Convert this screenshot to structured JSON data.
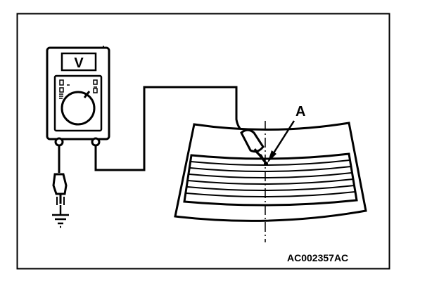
{
  "diagram": {
    "meter_symbol": "V",
    "callout_label": "A",
    "figure_code": "AC002357AC"
  },
  "colors": {
    "line": "#000000",
    "background": "#ffffff"
  },
  "icons": {
    "meter": "voltmeter-icon",
    "ground": "ground-symbol-icon",
    "probe": "test-probe-icon"
  }
}
